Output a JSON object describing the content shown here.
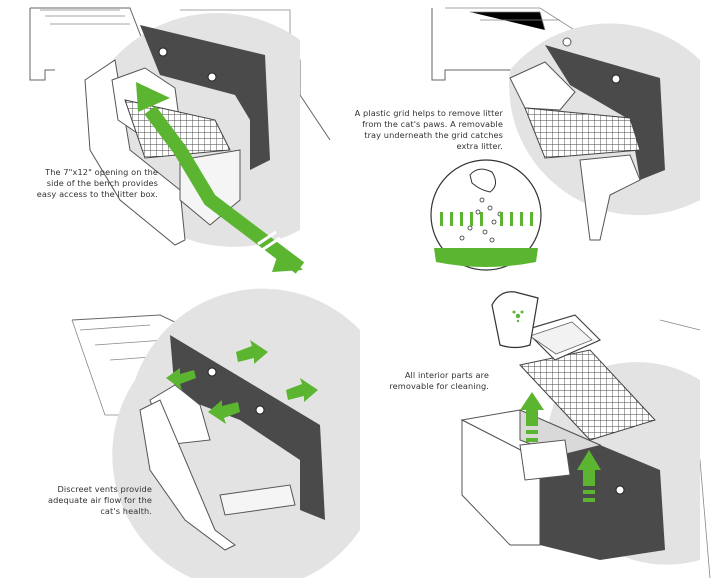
{
  "captions": {
    "opening": "The 7\"x12\" opening on the\nside of the bench provides\neasy access to the litter box.",
    "grid": "A plastic grid helps to remove litter\nfrom the cat's paws. A removable\ntray underneath the grid catches\nextra litter.",
    "vents": "Discreet vents provide\nadequate air flow for the\ncat's health.",
    "removable": "All interior parts are\nremovable for cleaning."
  },
  "colors": {
    "accent_green": "#5cb531",
    "panel_dark": "#4a4a4a",
    "shadow_grey": "#d9d9d9",
    "line": "#555555"
  }
}
